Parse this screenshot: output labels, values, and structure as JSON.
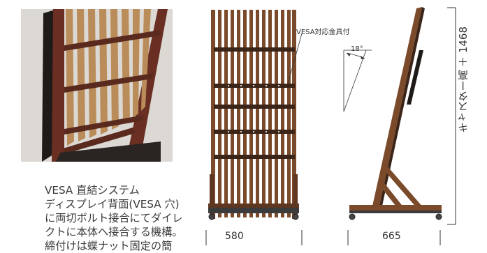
{
  "description": {
    "lines": [
      "VESA 直結システム",
      "ディスプレイ背面(VESA 穴)",
      "に両切ボルト接合にてダイレ",
      "クトに本体へ接合する機構。",
      "締付けは蝶ナット固定の簡"
    ]
  },
  "front_view": {
    "vesa_label": "VESA対応金具付",
    "width_label": "580"
  },
  "side_view": {
    "angle_label": "18°",
    "depth_label": "665"
  },
  "height_dimension": {
    "text": "キャスター高 ＋ 1468"
  },
  "colors": {
    "wood": "#7a4a2a",
    "wood_dark": "#5e3720",
    "metal": "#3b3b3b",
    "photo_bg": "#e9e7e4"
  }
}
